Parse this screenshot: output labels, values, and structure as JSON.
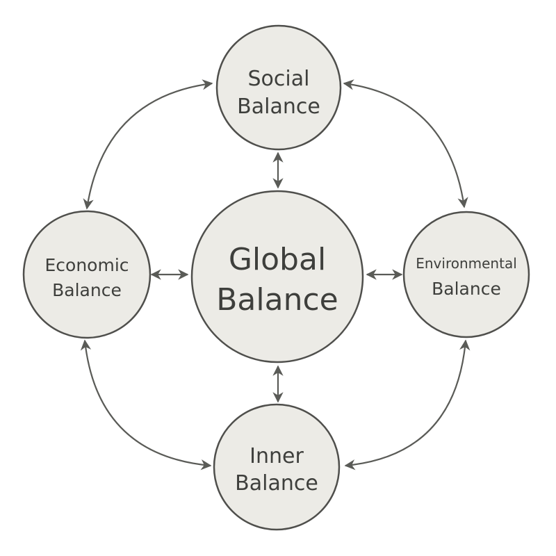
{
  "nodes": {
    "center": {
      "line1": "Global",
      "line2": "Balance"
    },
    "top": {
      "line1": "Social",
      "line2": "Balance"
    },
    "left": {
      "line1": "Economic",
      "line2": "Balance"
    },
    "right": {
      "line1": "Environmental",
      "line2": "Balance"
    },
    "bottom": {
      "line1": "Inner",
      "line2": "Balance"
    }
  },
  "colors": {
    "fill": "#ecebe6",
    "stroke": "#4f4f4c",
    "text": "#3e3f3c"
  }
}
